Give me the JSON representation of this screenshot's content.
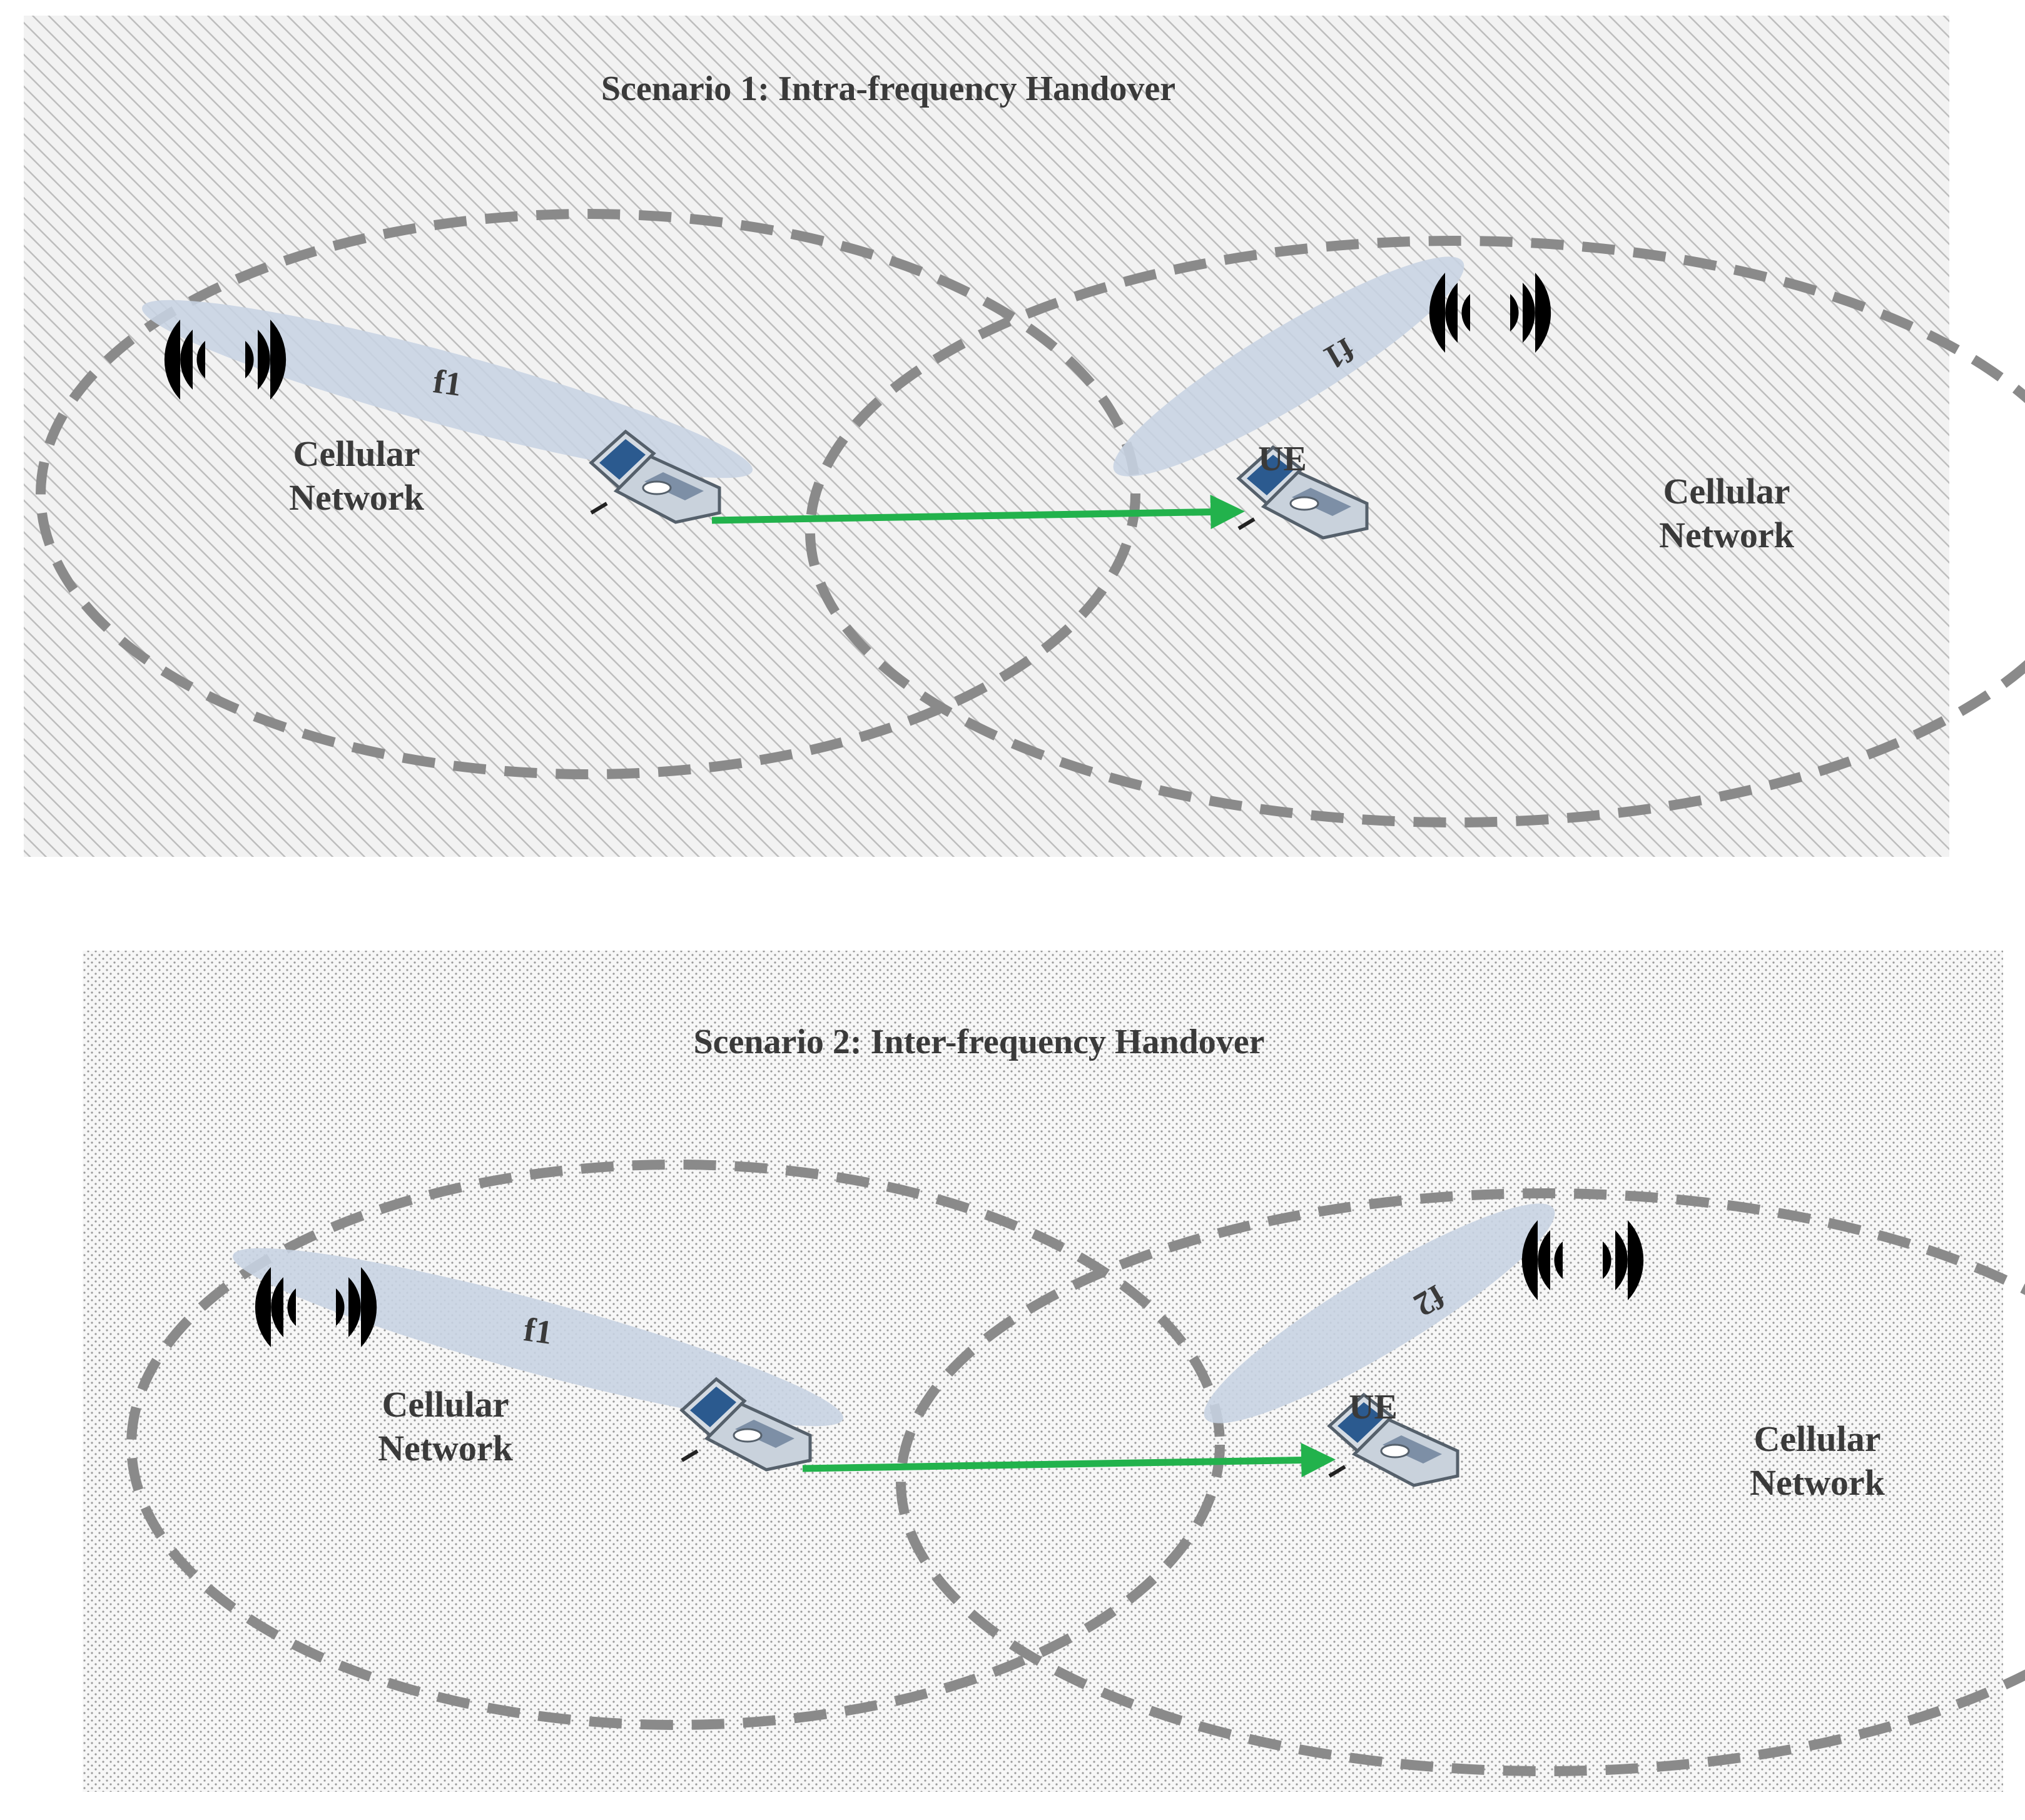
{
  "scenario1": {
    "title": "Scenario 1: Intra-frequency Handover",
    "left_network_label_line1": "Cellular",
    "left_network_label_line2": "Network",
    "right_network_label_line1": "Cellular",
    "right_network_label_line2": "Network",
    "left_beam_label": "f1",
    "right_beam_label": "f1",
    "ue_label": "UE",
    "background_pattern": "diagonal-hatch"
  },
  "scenario2": {
    "title": "Scenario 2: Inter-frequency Handover",
    "left_network_label_line1": "Cellular",
    "left_network_label_line2": "Network",
    "right_network_label_line1": "Cellular",
    "right_network_label_line2": "Network",
    "left_beam_label": "f1",
    "right_beam_label": "f2",
    "ue_label": "UE",
    "background_pattern": "dot-stipple"
  },
  "colors": {
    "cell_boundary": "#8a8a8a",
    "beam": "#c7d3e2",
    "arrow": "#22b24c",
    "tower": "#111111",
    "phone_body": "#d4dbe3",
    "phone_screen": "#2b5a8f",
    "text": "#3a3a3a"
  },
  "icons": {
    "tower": "cell-tower-icon",
    "phone": "flip-phone-icon",
    "waves": "radio-waves-icon"
  }
}
